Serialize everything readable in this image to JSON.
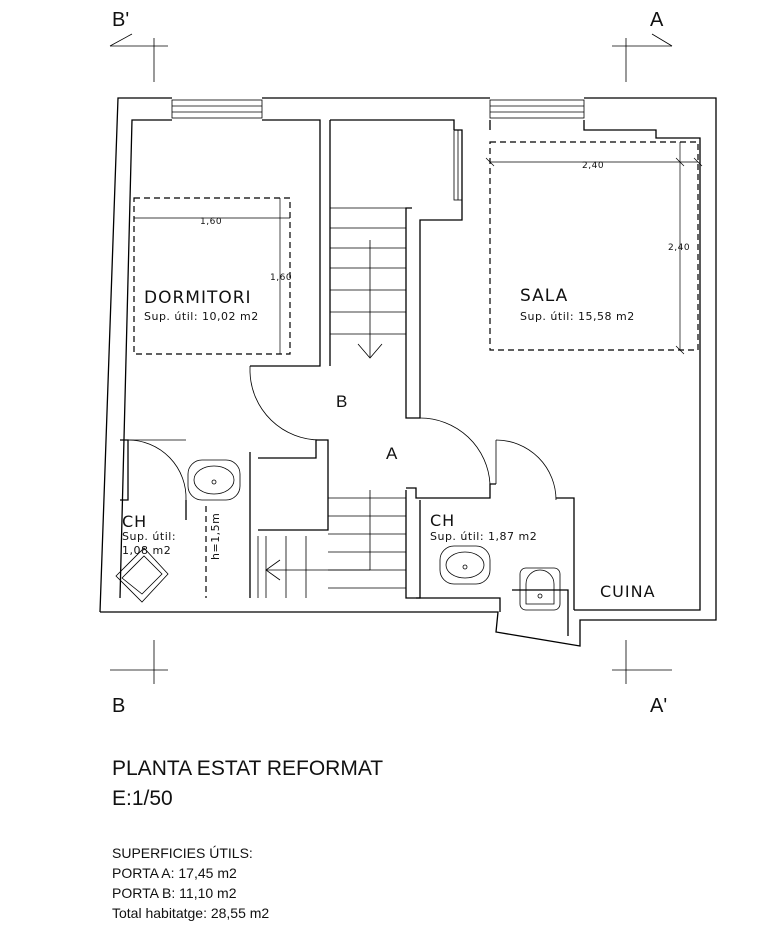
{
  "section_marks": {
    "top_left": "B'",
    "top_right": "A",
    "bottom_left": "B",
    "bottom_right": "A'"
  },
  "rooms": {
    "dormitori": {
      "name": "DORMITORI",
      "area": "Sup.  útil: 10,02  m2",
      "dim_w": "1,60",
      "dim_h": "1,60"
    },
    "sala": {
      "name": "SALA",
      "area": "Sup.  útil:  15,58  m2",
      "dim_w": "2,40",
      "dim_h": "2,40"
    },
    "ch_left": {
      "name": "CH",
      "area_line1": "Sup.  útil:",
      "area_line2": "1,08  m2",
      "height": "h=1,5m"
    },
    "ch_right": {
      "name": "CH",
      "area": "Sup.  útil:  1,87  m2"
    },
    "cuina": {
      "name": "CUINA"
    }
  },
  "doors": {
    "a": "A",
    "b": "B"
  },
  "title": {
    "main": "PLANTA ESTAT REFORMAT",
    "scale": "E:1/50"
  },
  "summary": {
    "heading": "SUPERFICIES ÚTILS:",
    "lines": [
      "PORTA A: 17,45 m2",
      "PORTA B: 11,10 m2",
      "Total habitatge: 28,55 m2"
    ]
  }
}
